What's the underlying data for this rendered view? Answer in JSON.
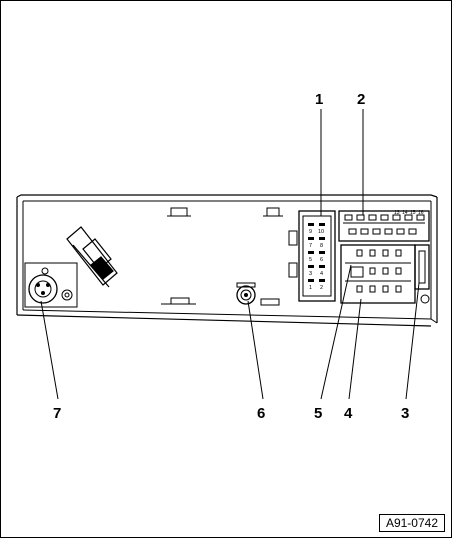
{
  "figure_id": "A91-0742",
  "callouts": {
    "c1": "1",
    "c2": "2",
    "c3": "3",
    "c4": "4",
    "c5": "5",
    "c6": "6",
    "c7": "7"
  },
  "connector_pin_labels": {
    "left_block": [
      "9",
      "10",
      "7",
      "8",
      "5",
      "6",
      "3",
      "4",
      "1",
      "2"
    ],
    "top_row": [
      "13",
      "14",
      "15",
      "16"
    ]
  },
  "colors": {
    "line": "#000000",
    "background": "#ffffff"
  }
}
